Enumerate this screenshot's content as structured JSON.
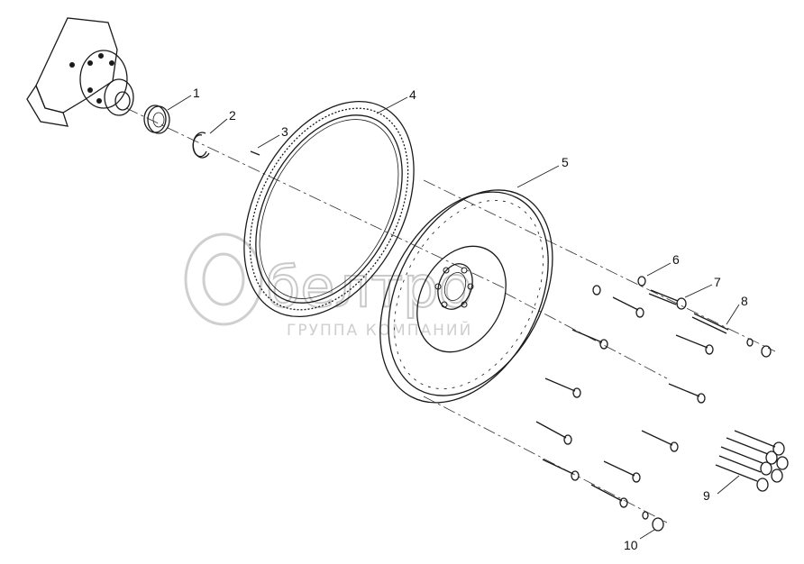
{
  "watermark": {
    "brand": "белтро",
    "subtitle": "ГРУППА КОМПАНИЙ"
  },
  "callouts": [
    {
      "id": "1",
      "label": "1"
    },
    {
      "id": "2",
      "label": "2"
    },
    {
      "id": "3",
      "label": "3"
    },
    {
      "id": "4",
      "label": "4"
    },
    {
      "id": "5",
      "label": "5"
    },
    {
      "id": "6",
      "label": "6"
    },
    {
      "id": "7",
      "label": "7"
    },
    {
      "id": "8",
      "label": "8"
    },
    {
      "id": "9",
      "label": "9"
    },
    {
      "id": "10",
      "label": "10"
    }
  ],
  "colors": {
    "line": "#1a1a1a",
    "watermark": "#c9c9c9",
    "background": "#ffffff"
  }
}
